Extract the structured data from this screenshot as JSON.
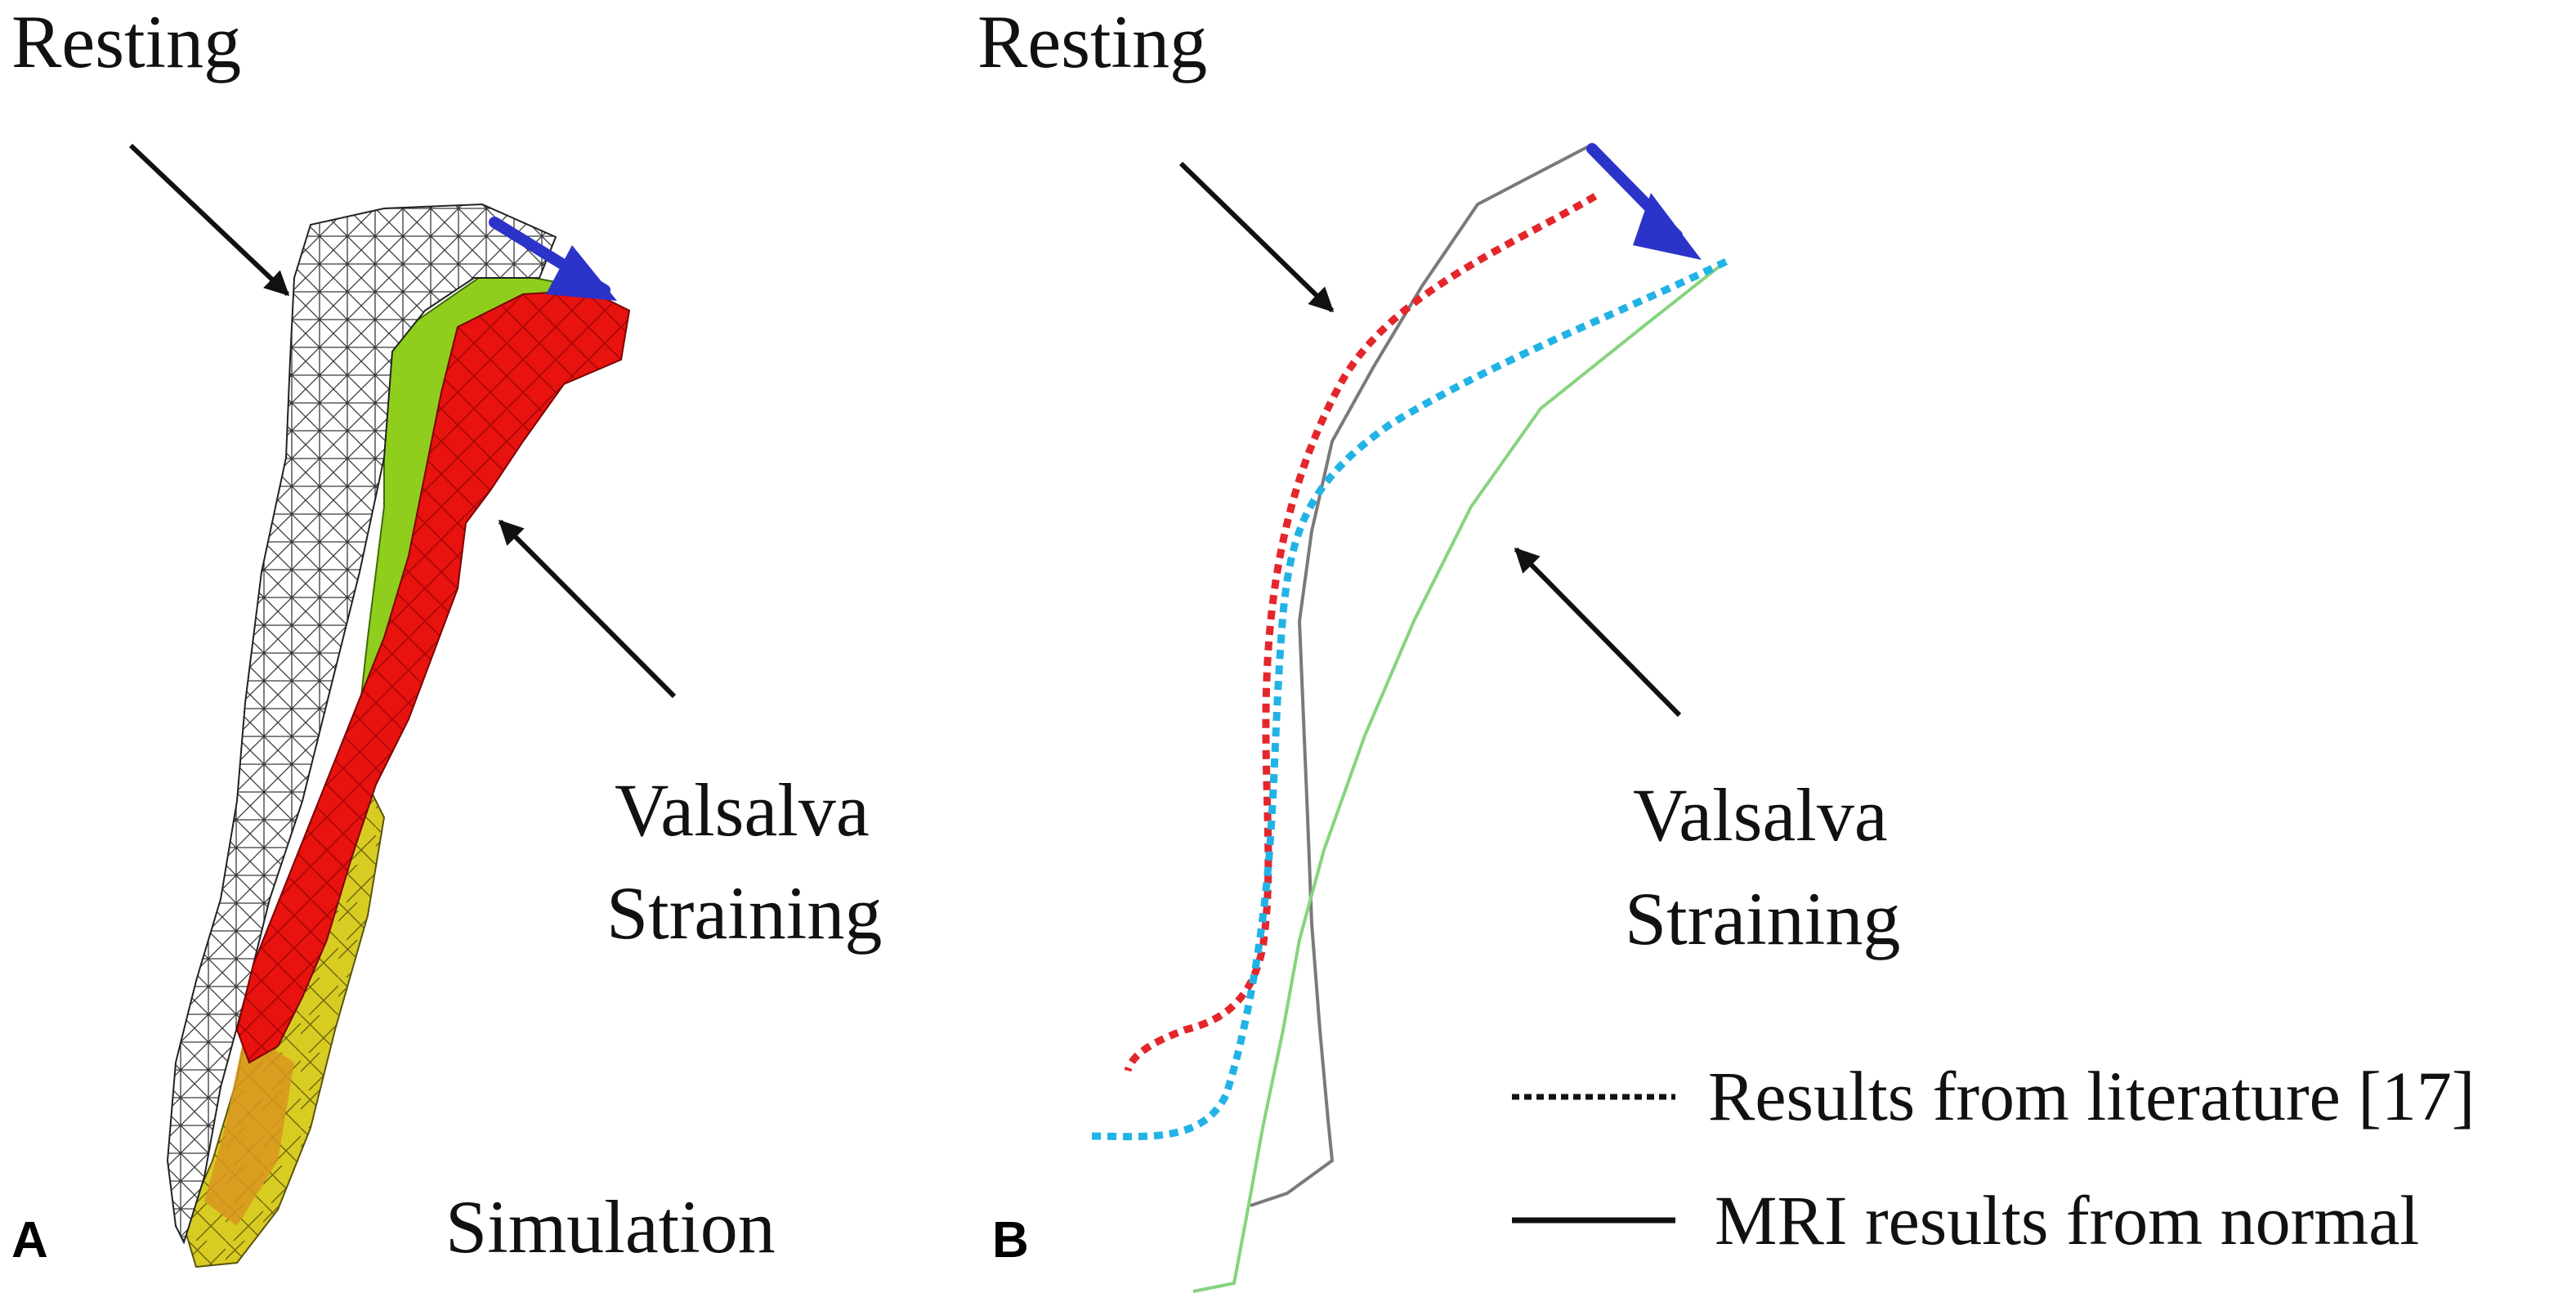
{
  "panels": {
    "a": {
      "letter": "A",
      "resting_label": "Resting",
      "straining_line1": "Valsalva",
      "straining_line2": "Straining",
      "caption": "Simulation"
    },
    "b": {
      "letter": "B",
      "resting_label": "Resting",
      "straining_line1": "Valsalva",
      "straining_line2": "Straining"
    }
  },
  "legend": {
    "dotted_label": "Results from literature [17]",
    "solid_label": "MRI results from normal"
  },
  "colors": {
    "mesh": "#3a3a3a",
    "red_surface": "#e8120e",
    "green_surface": "#8fce1c",
    "yellow_surface": "#d8cc22",
    "orange_surface": "#d9951e",
    "deformation_arrow": "#2b33c8",
    "pointer_arrow": "#111111",
    "literature_resting": "#e3262b",
    "literature_straining": "#22b3e6",
    "mri_resting": "#7a7a7a",
    "mri_straining": "#86d47e"
  }
}
